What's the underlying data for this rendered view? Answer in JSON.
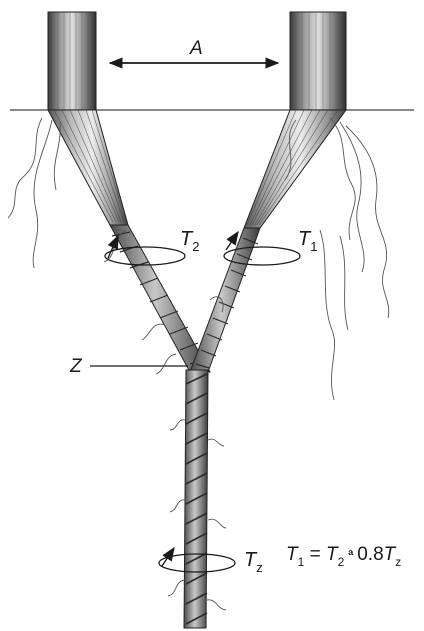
{
  "labels": {
    "spacing": "A",
    "convergence": "Z",
    "t2_main": "T",
    "t2_sub": "2",
    "t1_main": "T",
    "t1_sub": "1",
    "tz_main": "T",
    "tz_sub": "z",
    "formula": {
      "t1": "T",
      "t1_sub": "1",
      "eq": " = ",
      "t2": "T",
      "t2_sub": "2",
      "approx": " ª ",
      "coef": "0.8",
      "tz": "T",
      "tz_sub": "z"
    }
  },
  "colors": {
    "ink": "#1a1a1a",
    "fiber_dark": "#4a4a4a",
    "fiber_mid": "#8c8c8c",
    "fiber_light": "#d6d6d6"
  }
}
